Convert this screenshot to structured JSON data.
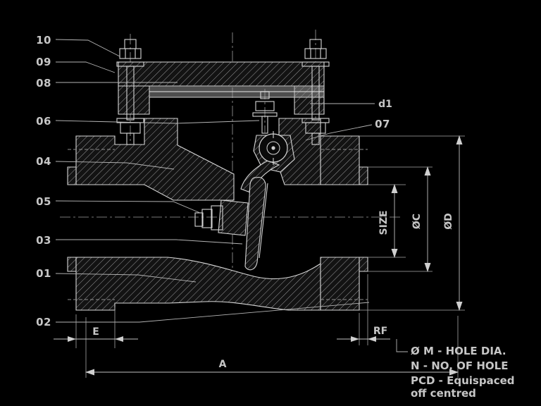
{
  "parts": {
    "p10": "10",
    "p09": "09",
    "p08": "08",
    "p06": "06",
    "p04": "04",
    "p05": "05",
    "p03": "03",
    "p01": "01",
    "p02": "02",
    "p07": "07"
  },
  "dims": {
    "size": "SIZE",
    "dia_c": "ØC",
    "dia_d": "ØD",
    "a": "A",
    "e": "E",
    "rf": "RF",
    "d1": "d1"
  },
  "notes": {
    "line1": "Ø M - HOLE DIA.",
    "line2": "N - NO. OF HOLE",
    "line3": "PCD - Equispaced",
    "line4": "off centred"
  },
  "colors": {
    "background": "#000000",
    "line": "#d6d6d6",
    "hatch": "#98989a",
    "text": "#c6c6c6"
  }
}
